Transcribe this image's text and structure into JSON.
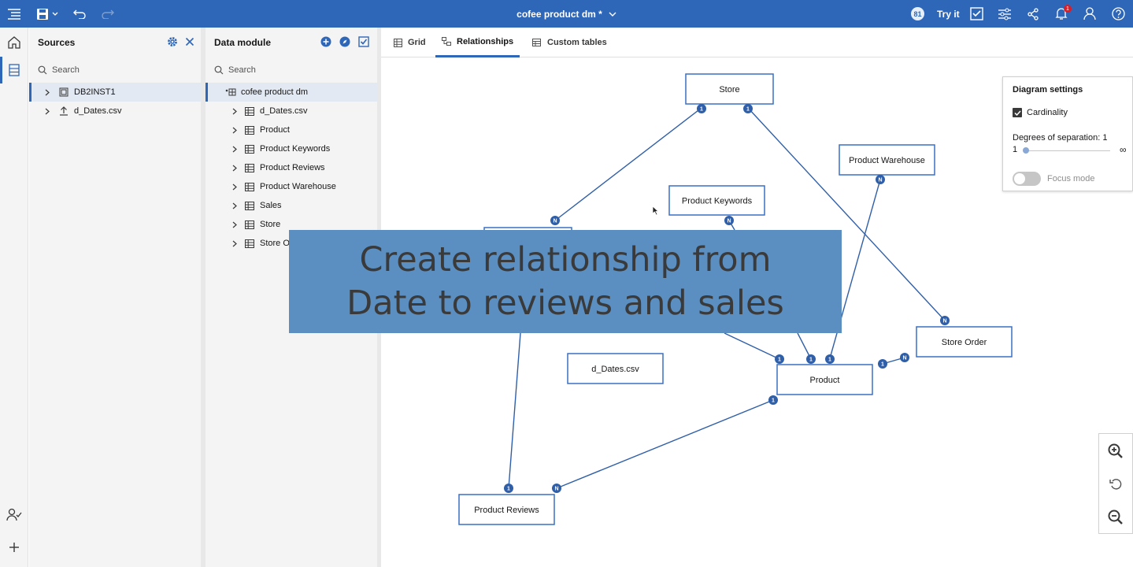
{
  "topbar": {
    "document_title": "cofee product dm *",
    "user_count": "81",
    "try_it_label": "Try it",
    "notification_count": "1",
    "icons": [
      "menu-icon",
      "save-icon",
      "undo-icon",
      "redo-icon",
      "checklist-icon",
      "settings-sliders-icon",
      "share-icon",
      "notification-icon",
      "user-icon",
      "help-icon"
    ]
  },
  "rail": {
    "icons": [
      "home-icon",
      "data-module-icon",
      "user-check-icon",
      "add-icon"
    ]
  },
  "sources": {
    "title": "Sources",
    "search_placeholder": "Search",
    "items": [
      {
        "label": "DB2INST1",
        "icon": "database-icon"
      },
      {
        "label": "d_Dates.csv",
        "icon": "upload-icon"
      }
    ]
  },
  "data_module": {
    "title": "Data module",
    "search_placeholder": "Search",
    "root": "cofee product dm",
    "tables": [
      "d_Dates.csv",
      "Product",
      "Product Keywords",
      "Product Reviews",
      "Product Warehouse",
      "Sales",
      "Store",
      "Store Or"
    ]
  },
  "tabs": [
    {
      "label": "Grid",
      "icon": "grid-icon",
      "active": false
    },
    {
      "label": "Relationships",
      "icon": "relationships-icon",
      "active": true
    },
    {
      "label": "Custom tables",
      "icon": "custom-tables-icon",
      "active": false
    }
  ],
  "diagram": {
    "nodes": [
      {
        "id": "store",
        "label": "Store"
      },
      {
        "id": "product_warehouse",
        "label": "Product Warehouse"
      },
      {
        "id": "product_keywords",
        "label": "Product Keywords"
      },
      {
        "id": "sales",
        "label": ""
      },
      {
        "id": "store_order",
        "label": "Store Order"
      },
      {
        "id": "d_dates",
        "label": "d_Dates.csv"
      },
      {
        "id": "product",
        "label": "Product"
      },
      {
        "id": "product_reviews",
        "label": "Product Reviews"
      }
    ],
    "badges": [
      "1",
      "1",
      "N",
      "N",
      "N",
      "N",
      "1",
      "1",
      "1",
      "1",
      "N",
      "1",
      "1",
      "N"
    ]
  },
  "diagram_settings": {
    "title": "Diagram settings",
    "cardinality_label": "Cardinality",
    "cardinality_checked": true,
    "separation_label": "Degrees of separation: 1",
    "slider_min": "1",
    "slider_max": "∞",
    "slider_value": 1,
    "focus_mode_label": "Focus mode",
    "focus_mode_on": false
  },
  "zoom": {
    "icons": [
      "zoom-in-icon",
      "reset-icon",
      "zoom-out-icon"
    ]
  },
  "caption": {
    "line1": "Create relationship from",
    "line2": "Date to reviews and sales"
  },
  "colors": {
    "brand": "#2f67b8",
    "overlay": "#5b8fc2",
    "node_border": "#3a6fc4"
  }
}
